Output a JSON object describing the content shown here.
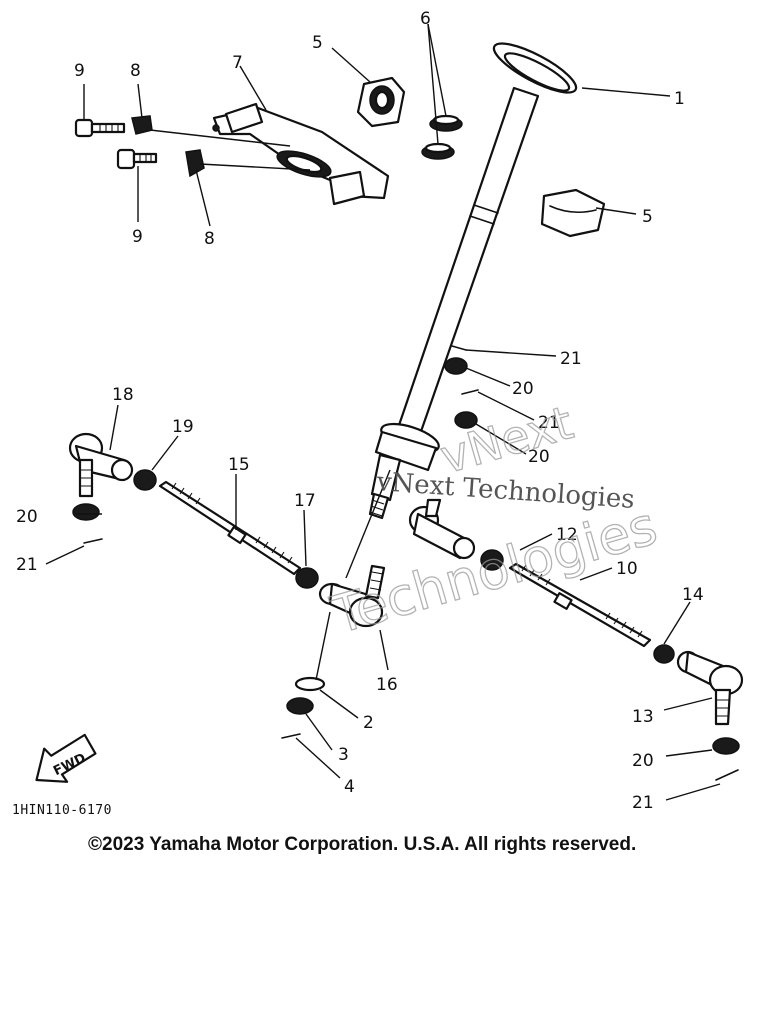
{
  "diagram": {
    "drawing_code": "1HIN110-6170",
    "fwd_label": "FWD",
    "watermark": {
      "outline_line_1": "vNext",
      "outline_line_2": "Technologies",
      "solid": "vNext Technologies"
    },
    "callouts": [
      {
        "id": "c1",
        "text": "1"
      },
      {
        "id": "c2",
        "text": "2"
      },
      {
        "id": "c3",
        "text": "3"
      },
      {
        "id": "c4",
        "text": "4"
      },
      {
        "id": "c5a",
        "text": "5"
      },
      {
        "id": "c5b",
        "text": "5"
      },
      {
        "id": "c6",
        "text": "6"
      },
      {
        "id": "c7",
        "text": "7"
      },
      {
        "id": "c8a",
        "text": "8"
      },
      {
        "id": "c8b",
        "text": "8"
      },
      {
        "id": "c9a",
        "text": "9"
      },
      {
        "id": "c9b",
        "text": "9"
      },
      {
        "id": "c10",
        "text": "10"
      },
      {
        "id": "c12",
        "text": "12"
      },
      {
        "id": "c13",
        "text": "13"
      },
      {
        "id": "c14",
        "text": "14"
      },
      {
        "id": "c15",
        "text": "15"
      },
      {
        "id": "c16",
        "text": "16"
      },
      {
        "id": "c17",
        "text": "17"
      },
      {
        "id": "c18",
        "text": "18"
      },
      {
        "id": "c19",
        "text": "19"
      },
      {
        "id": "c20a",
        "text": "20"
      },
      {
        "id": "c20b",
        "text": "20"
      },
      {
        "id": "c20c",
        "text": "20"
      },
      {
        "id": "c20d",
        "text": "20"
      },
      {
        "id": "c21a",
        "text": "21"
      },
      {
        "id": "c21b",
        "text": "21"
      },
      {
        "id": "c21c",
        "text": "21"
      },
      {
        "id": "c21d",
        "text": "21"
      }
    ]
  },
  "footer": {
    "copyright": "©2023 Yamaha Motor Corporation. U.S.A. All rights reserved."
  }
}
